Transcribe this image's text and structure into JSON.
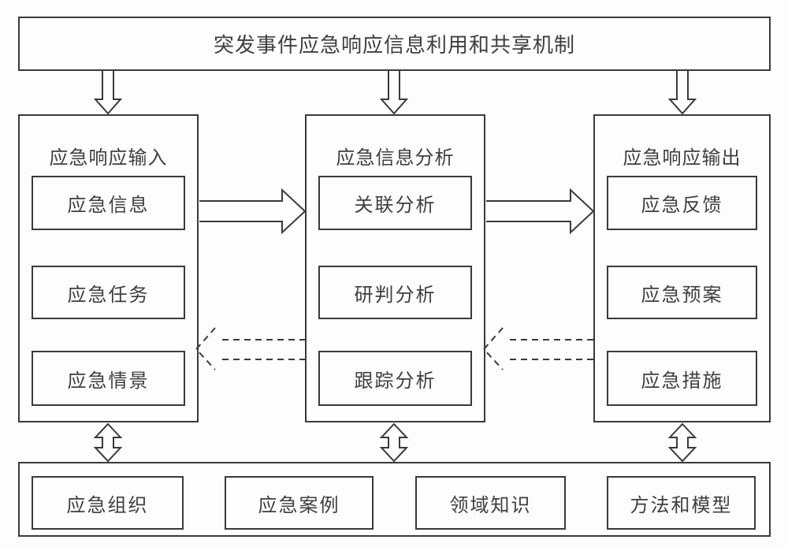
{
  "colors": {
    "line": "#3a3a3a",
    "text": "#3f3f3f",
    "background": "#fdfdfd"
  },
  "header": {
    "title": "突发事件应急响应信息利用和共享机制"
  },
  "columns": [
    {
      "title": "应急响应输入",
      "items": [
        "应急信息",
        "应急任务",
        "应急情景"
      ]
    },
    {
      "title": "应急信息分析",
      "items": [
        "关联分析",
        "研判分析",
        "跟踪分析"
      ]
    },
    {
      "title": "应急响应输出",
      "items": [
        "应急反馈",
        "应急预案",
        "应急措施"
      ]
    }
  ],
  "bottom": {
    "items": [
      "应急组织",
      "应急案例",
      "领域知识",
      "方法和模型"
    ]
  },
  "arrows": {
    "down": [
      "top-to-input",
      "top-to-analysis",
      "top-to-output"
    ],
    "forward": [
      "input-to-analysis",
      "analysis-to-output"
    ],
    "feedback_dashed": [
      "analysis-to-input",
      "output-to-analysis"
    ],
    "bidirectional": [
      "input-to-resources",
      "analysis-to-resources",
      "output-to-resources"
    ]
  }
}
